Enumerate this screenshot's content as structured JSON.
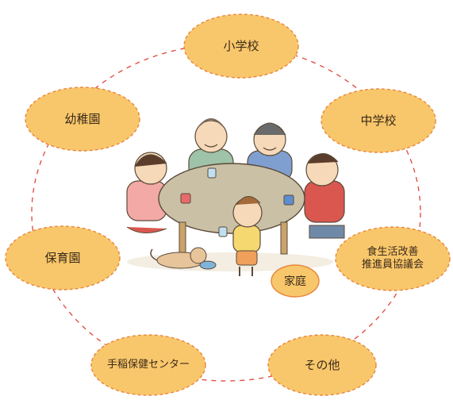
{
  "nodes": [
    {
      "id": "elementary",
      "label": "小学校"
    },
    {
      "id": "kindergarten",
      "label": "幼稚園"
    },
    {
      "id": "juniorhigh",
      "label": "中学校"
    },
    {
      "id": "nursery",
      "label": "保育園"
    },
    {
      "id": "dietary",
      "label": "食生活改善\n推進員協議会"
    },
    {
      "id": "health-center",
      "label": "手稲保健センター"
    },
    {
      "id": "other",
      "label": "その他"
    }
  ],
  "center": {
    "label": "家庭"
  },
  "colors": {
    "bubble_fill": "#f9c76b",
    "bubble_stroke": "#e8863c",
    "ring": "#e0463a",
    "table": "#c9c0a6"
  }
}
